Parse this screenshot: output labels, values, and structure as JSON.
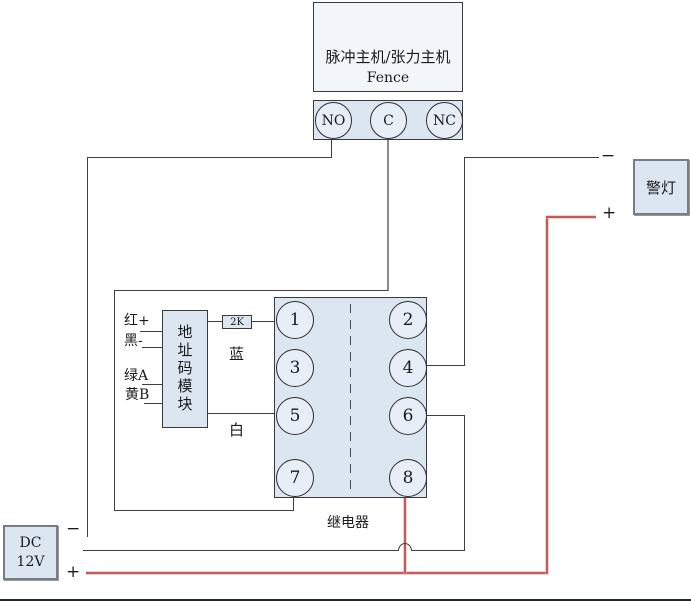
{
  "host": {
    "title": "脉冲主机/张力主机",
    "subtitle": "Fence",
    "terminals": [
      "NO",
      "C",
      "NC"
    ]
  },
  "relay": {
    "label": "继电器",
    "pins": [
      "1",
      "2",
      "3",
      "4",
      "5",
      "6",
      "7",
      "8"
    ]
  },
  "module": {
    "label": "地址码模块",
    "wire_labels": [
      "红+",
      "黑-",
      "绿A",
      "黄B"
    ],
    "blue_label": "蓝",
    "white_label": "白"
  },
  "resistor": {
    "label": "2K"
  },
  "alarm": {
    "label": "警灯",
    "minus": "−",
    "plus": "+"
  },
  "power": {
    "line1": "DC",
    "line2": "12V",
    "minus": "−",
    "plus": "+"
  },
  "colors": {
    "box_fill": "#dce6f1",
    "wire_black": "#3f3f3f",
    "wire_gray": "#8a8a8a",
    "wire_red": "#c25b5b"
  }
}
